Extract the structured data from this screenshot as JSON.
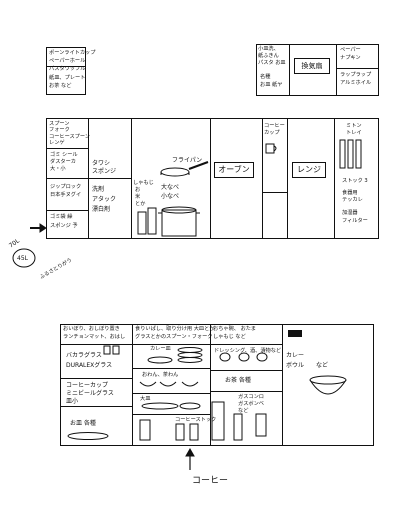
{
  "top_left_shelf": {
    "lines": [
      "ポーンライトカップ",
      "ペーパーホール",
      "パスタワッフル",
      "紙皿、プレート",
      "お茶 など"
    ]
  },
  "top_right_shelf": {
    "left_text": [
      "小皿洗、",
      "紙ふきん",
      "パスタ お皿",
      "",
      "名種",
      "お皿 紙ヤ"
    ],
    "fan_label": "換気扇",
    "right_text_top": [
      "ペーパー",
      "ナプキン"
    ],
    "right_text_bottom": [
      "ラップラップ",
      "アルミホイル"
    ]
  },
  "main_counter": {
    "drawer_lines_1": [
      "スプーン",
      "フォーク",
      "コーヒースプーン",
      "レンゲ"
    ],
    "drawer_lines_2": [
      "ゴミ シール",
      "ダスターカ",
      "大・小"
    ],
    "drawer_lines_3": [
      "ジップロック",
      "日本手ヌグイ"
    ],
    "drawer_lines_4": [
      "ゴミ袋 繰",
      "スポンジ 予"
    ],
    "sponge_label": [
      "タワシ",
      "スポンジ"
    ],
    "detergent_label": [
      "洗剤",
      "アタック",
      "漂白剤"
    ],
    "rice_label": [
      "しゃもじ",
      "お",
      "米",
      "とか"
    ],
    "frypan_label": "フライパン",
    "pot_label": [
      "大なべ",
      "小なべ"
    ],
    "oven_label": "オーブン",
    "coffee_cup_label": [
      "コーヒー",
      "カップ"
    ],
    "range_label": "レンジ",
    "right_label_1": [
      "ミトン",
      "トレイ"
    ],
    "right_label_2": [
      "ストック 3",
      "食器用",
      "テッカレ"
    ],
    "right_label_3": [
      "加湿器",
      "フィルター"
    ]
  },
  "side_annotation": {
    "circled": [
      "70L",
      "45L"
    ],
    "note": "ふるさとりがう"
  },
  "bottom_counter": {
    "header_1": [
      "おいぼり、おしぼり置き",
      "ランチョンマット、おはし"
    ],
    "header_2": [
      "食りいぱし、取り分け用 大皿とか",
      "グラスとかのスプーン・フォーク"
    ],
    "header_3": [
      "おちゃ碗、 おたま",
      "しゃもじ など"
    ],
    "glass_label": [
      "バカラグラス",
      "DURALEXグラス"
    ],
    "coffee_cup_label": [
      "コーヒーカップ",
      "ミニビールグラス",
      "皿小"
    ],
    "plate_large": "お皿 各種",
    "small_bowls": "カレー皿",
    "bowls_label": [
      "おわん、茶わん"
    ],
    "soup_bowls": [
      "大皿"
    ],
    "oil_label": [
      "ドレッシング、酒、漬物など"
    ],
    "tea_label": "お茶 各種",
    "stove_label": [
      "ガスコンロ",
      "ガスボンベ",
      "など"
    ],
    "coffee_stock": "コーヒーストック",
    "curry_label": [
      "カレー",
      "ボウル",
      "など"
    ]
  },
  "arrow_label": "コーヒー"
}
